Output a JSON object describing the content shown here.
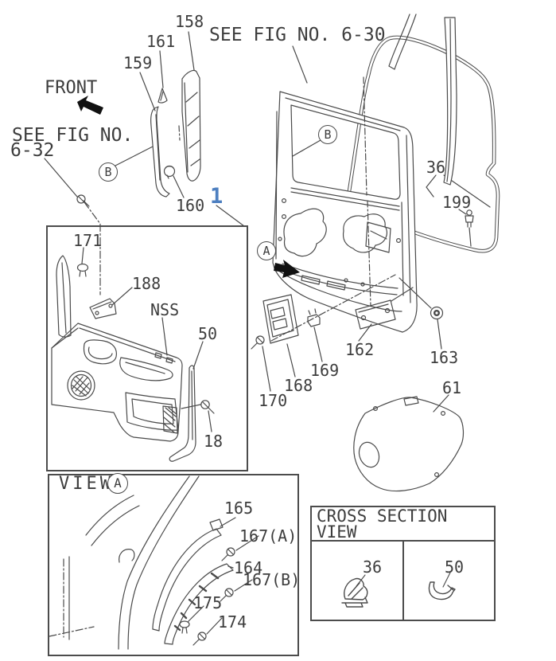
{
  "figure": {
    "ref_top": "SEE FIG NO. 6-30",
    "ref_left_line1": "SEE FIG NO.",
    "ref_left_line2": "6-32",
    "front_label": "FRONT",
    "item_link": "1",
    "accent_blue": "#4d7fc0",
    "line_color": "#4a4a4a",
    "text_color": "#3d3d3d"
  },
  "markers": {
    "a": "A",
    "b": "B"
  },
  "callouts": {
    "p158": "158",
    "p161": "161",
    "p159": "159",
    "p160": "160",
    "p171": "171",
    "p188": "188",
    "nss": "NSS",
    "p50": "50",
    "p18": "18",
    "p36": "36",
    "p199": "199",
    "p162": "162",
    "p163": "163",
    "p168": "168",
    "p169": "169",
    "p170": "170",
    "p61": "61",
    "p165": "165",
    "p167a": "167(A)",
    "p164": "164",
    "p167b": "167(B)",
    "p175": "175",
    "p174": "174"
  },
  "view_a": {
    "title": "VIEW",
    "marker": "A"
  },
  "cross_section": {
    "title_line1": "CROSS SECTION",
    "title_line2": "VIEW",
    "cells": [
      {
        "label": "36"
      },
      {
        "label": "50"
      }
    ]
  }
}
